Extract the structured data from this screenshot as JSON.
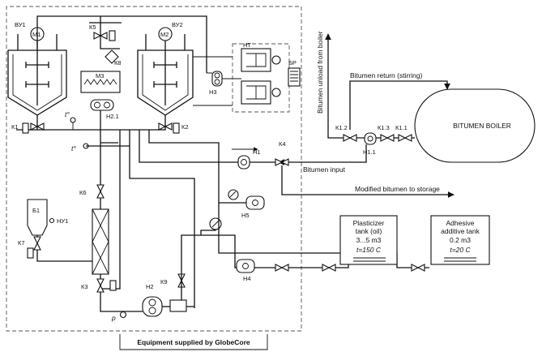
{
  "footer": {
    "caption": "Equipment supplied by GlobeCore"
  },
  "labels": {
    "vu1": "ВУ1",
    "vu2": "ВУ2",
    "m1": "М1",
    "m2": "М2",
    "m3": "М3",
    "k1": "К1",
    "k2": "К2",
    "k3": "К3",
    "k4": "К4",
    "k5": "К5",
    "k6": "К6",
    "k7": "К7",
    "k8": "К8",
    "k9": "К9",
    "k12": "К1.2",
    "k13": "К1.3",
    "k11": "К1.1",
    "h1": "Н1",
    "h2": "Н2",
    "h21": "Н2.1",
    "h3": "Н3",
    "h4": "Н4",
    "h5": "Н5",
    "h11": "Н1.1",
    "ht": "НТ",
    "br": "БР",
    "b1": "Б1",
    "nu1": "НУ1",
    "p": "p",
    "t1": "t°",
    "t2": "t°"
  },
  "texts": {
    "bitumen_unload": "Bitumen unload from boiler",
    "bitumen_return": "Bitumen return (stirring)",
    "bitumen_input": "Bitumen input",
    "modified_to_storage": "Modified bitumen to storage",
    "boiler": "BITUMEN BOILER"
  },
  "plasticizer_tank": {
    "line1": "Plasticizer",
    "line2": "tank (oil)",
    "volume": "3...5 m3",
    "temp": "t=150 C"
  },
  "adhesive_tank": {
    "line1": "Adhesive",
    "line2": "additive tank",
    "volume": "0.2 m3",
    "temp": "t=20 C"
  }
}
